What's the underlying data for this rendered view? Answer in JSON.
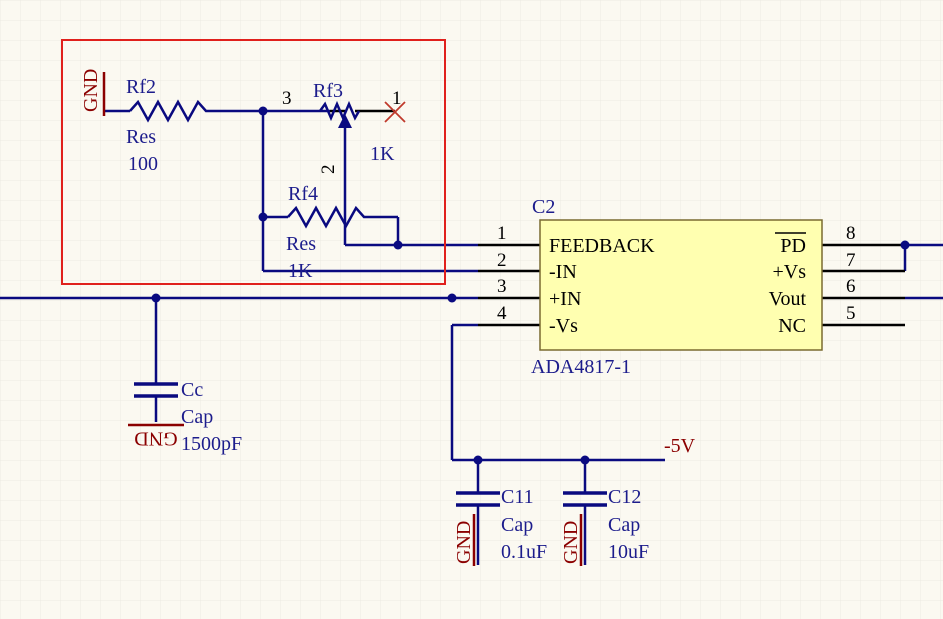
{
  "colors": {
    "background": "#fbf9f1",
    "grid": "#ecebe3",
    "wire": "#0a0a80",
    "pin": "#000000",
    "chip_fill": "#ffffb0",
    "chip_border": "#7a6a30",
    "power_label": "#8b0000",
    "part_label": "#1c1c8c",
    "highlight": "#e0201c",
    "no_connect": "#c0392b"
  },
  "parts": {
    "rf2": {
      "designator": "Rf2",
      "type": "Res",
      "value": "100"
    },
    "rf3": {
      "designator": "Rf3",
      "value": "1K",
      "pin_wiper": "2",
      "pin_a": "3",
      "pin_b": "1"
    },
    "rf4": {
      "designator": "Rf4",
      "type": "Res",
      "value": "1K"
    },
    "cc": {
      "designator": "Cc",
      "type": "Cap",
      "value": "1500pF"
    },
    "c11": {
      "designator": "C11",
      "type": "Cap",
      "value": "0.1uF"
    },
    "c12": {
      "designator": "C12",
      "type": "Cap",
      "value": "10uF"
    }
  },
  "ic": {
    "designator": "C2",
    "part": "ADA4817-1",
    "left_pins": [
      {
        "num": "1",
        "name": "FEEDBACK"
      },
      {
        "num": "2",
        "name": "-IN"
      },
      {
        "num": "3",
        "name": "+IN"
      },
      {
        "num": "4",
        "name": "-Vs"
      }
    ],
    "right_pins": [
      {
        "num": "8",
        "name": "PD"
      },
      {
        "num": "7",
        "name": "+Vs"
      },
      {
        "num": "6",
        "name": "Vout"
      },
      {
        "num": "5",
        "name": "NC"
      }
    ]
  },
  "power": {
    "gnd_rf2": "GND",
    "gnd_cc": "GND",
    "gnd_c11": "GND",
    "gnd_c12": "GND",
    "neg_rail": "-5V"
  }
}
